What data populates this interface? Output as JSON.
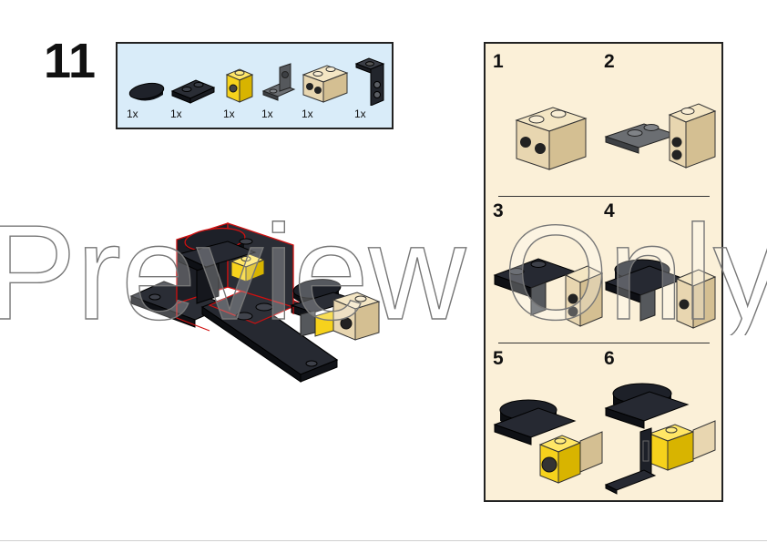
{
  "step": {
    "number": "11"
  },
  "parts": [
    {
      "qty": "1x",
      "icon": "black-tile-oval-icon"
    },
    {
      "qty": "1x",
      "icon": "black-plate-1x2-icon"
    },
    {
      "qty": "1x",
      "icon": "yellow-brick-with-hole-icon"
    },
    {
      "qty": "1x",
      "icon": "dark-gray-bracket-icon"
    },
    {
      "qty": "1x",
      "icon": "tan-brick-side-studs-icon"
    },
    {
      "qty": "1x",
      "icon": "black-bracket-inverted-icon"
    }
  ],
  "substeps": [
    {
      "number": "1"
    },
    {
      "number": "2"
    },
    {
      "number": "3"
    },
    {
      "number": "4"
    },
    {
      "number": "5"
    },
    {
      "number": "6"
    }
  ],
  "watermark": {
    "text": "Preview Only"
  },
  "colors": {
    "parts_box_bg": "#d9ecf9",
    "substeps_bg": "#fbf0d8",
    "black_part": "#1b1d24",
    "tan_part": "#e8d6b0",
    "yellow_part": "#f6d21c",
    "dark_gray_part": "#55585c",
    "highlight_outline": "#d01010"
  }
}
